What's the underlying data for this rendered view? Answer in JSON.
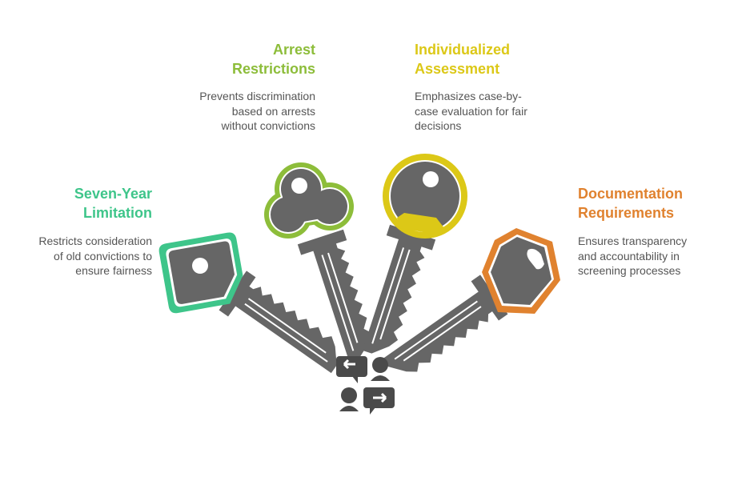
{
  "items": [
    {
      "title_line1": "Seven-Year",
      "title_line2": "Limitation",
      "desc": [
        "Restricts consideration",
        "of old convictions to",
        "ensure fairness"
      ],
      "color": "#3ec58a"
    },
    {
      "title_line1": "Arrest",
      "title_line2": "Restrictions",
      "desc": [
        "Prevents discrimination",
        "based on arrests",
        "without convictions"
      ],
      "color": "#8dbd3a"
    },
    {
      "title_line1": "Individualized",
      "title_line2": "Assessment",
      "desc": [
        "Emphasizes case-by-",
        "case evaluation for fair",
        "decisions"
      ],
      "color": "#dcc817"
    },
    {
      "title_line1": "Documentation",
      "title_line2": "Requirements",
      "desc": [
        "Ensures transparency",
        "and accountability in",
        "screening processes"
      ],
      "color": "#e0822f"
    }
  ],
  "center_icon": "conversation-exchange-icon"
}
